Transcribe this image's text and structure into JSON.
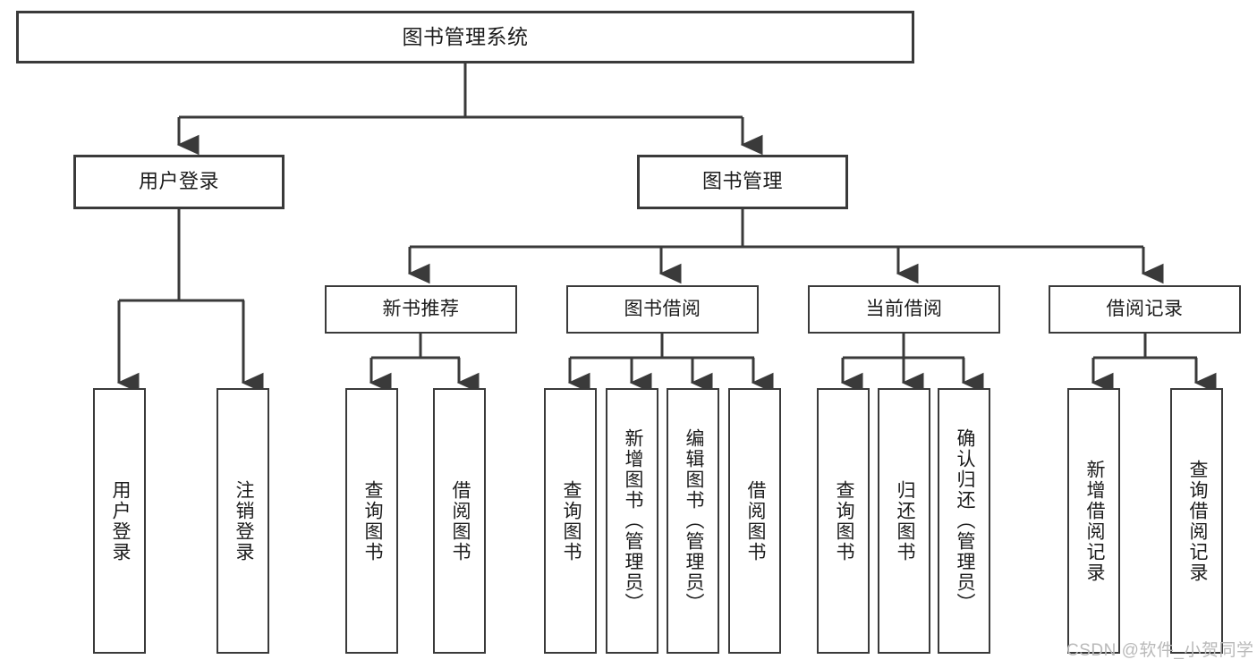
{
  "diagram": {
    "type": "tree-hierarchy-chart",
    "title": "图书管理系统",
    "line_color": "#3a3a3a",
    "box_fill": "#ffffff",
    "text_color": "#1c1c1c",
    "watermark": "CSDN @软件_小贺同学",
    "watermark_color": "#b9b9b9"
  },
  "nodes": {
    "root": {
      "label": "图书管理系统"
    },
    "level2": [
      {
        "id": "user-login",
        "label": "用户登录"
      },
      {
        "id": "book-management",
        "label": "图书管理"
      }
    ],
    "level3": [
      {
        "id": "new-book-recommend",
        "label": "新书推荐"
      },
      {
        "id": "book-borrow",
        "label": "图书借阅"
      },
      {
        "id": "current-borrow",
        "label": "当前借阅"
      },
      {
        "id": "borrow-record",
        "label": "借阅记录"
      }
    ],
    "leaves": {
      "user_login": [
        {
          "id": "leaf-user-login",
          "label": "用户登录"
        },
        {
          "id": "leaf-logout-login",
          "label": "注销登录"
        }
      ],
      "new_book_recommend": [
        {
          "id": "leaf-query-book-1",
          "label": "查询图书"
        },
        {
          "id": "leaf-borrow-book-1",
          "label": "借阅图书"
        }
      ],
      "book_borrow": [
        {
          "id": "leaf-query-book-2",
          "label": "查询图书"
        },
        {
          "id": "leaf-add-book",
          "label": "新增图书（管理员）"
        },
        {
          "id": "leaf-edit-book",
          "label": "编辑图书（管理员）"
        },
        {
          "id": "leaf-borrow-book-2",
          "label": "借阅图书"
        }
      ],
      "current_borrow": [
        {
          "id": "leaf-query-book-3",
          "label": "查询图书"
        },
        {
          "id": "leaf-return-book",
          "label": "归还图书"
        },
        {
          "id": "leaf-confirm-return",
          "label": "确认归还（管理员）"
        }
      ],
      "borrow_record": [
        {
          "id": "leaf-add-record",
          "label": "新增借阅记录"
        },
        {
          "id": "leaf-query-record",
          "label": "查询借阅记录"
        }
      ]
    }
  }
}
